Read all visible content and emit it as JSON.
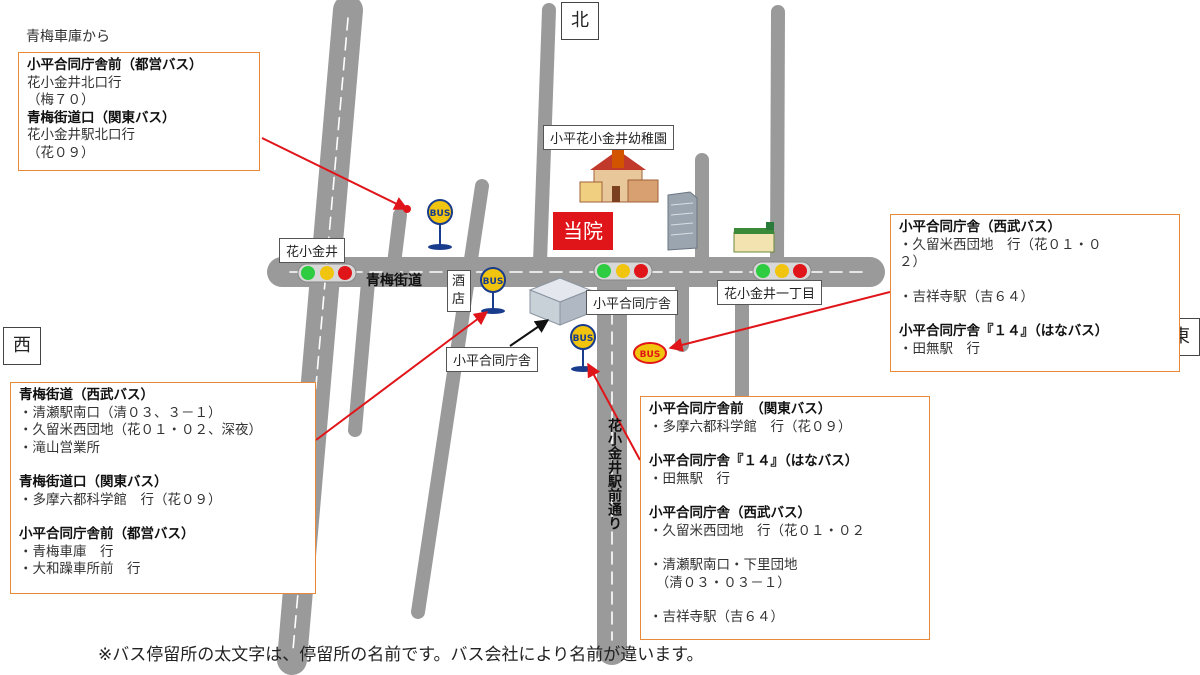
{
  "top_left_caption": "青梅車庫から",
  "direction_labels": {
    "north": "北",
    "west": "西",
    "east": "東"
  },
  "road_names": {
    "ome_kaido": "青梅街道",
    "station_street": "花小金井駅前通り"
  },
  "place_labels": {
    "kindergarten": "小平花小金井幼稚園",
    "hospital": "当院",
    "hanakoganei": "花小金井",
    "sake_shop": "酒\n店",
    "gov_building_1": "小平合同庁舎",
    "gov_building_2": "小平合同庁舎",
    "itchome": "花小金井一丁目"
  },
  "bus_sign_text": "BUS",
  "colors": {
    "callout_border": "#e8893a",
    "arrow": "#e0151a",
    "road": "#9a9a9a",
    "hospital": "#e0151a"
  },
  "callouts": {
    "top_left": [
      {
        "b": "小平合同庁舎前（都営バス）"
      },
      {
        "t": "花小金井北口行"
      },
      {
        "t": "（梅７０）"
      },
      {
        "b": "青梅街道口（関東バス）"
      },
      {
        "t": "花小金井駅北口行"
      },
      {
        "t": "（花０９）"
      }
    ],
    "right": [
      {
        "b": "小平合同庁舎（西武バス）"
      },
      {
        "t": "・久留米西団地　行（花０１・０"
      },
      {
        "t": "２）"
      },
      {
        "gap": true
      },
      {
        "t": "・吉祥寺駅（吉６４）"
      },
      {
        "gap": true
      },
      {
        "b": "小平合同庁舎『１４』（はなバス）"
      },
      {
        "t": "・田無駅　行"
      }
    ],
    "left": [
      {
        "b": "青梅街道（西武バス）"
      },
      {
        "t": "・清瀬駅南口（清０３、３－１）"
      },
      {
        "t": "・久留米西団地（花０１・０２、深夜）"
      },
      {
        "t": "・滝山営業所"
      },
      {
        "gap": true
      },
      {
        "b": "青梅街道口（関東バス）"
      },
      {
        "t": "・多摩六都科学館　行（花０９）"
      },
      {
        "gap": true
      },
      {
        "b": "小平合同庁舎前（都営バス）"
      },
      {
        "t": "・青梅車庫　行"
      },
      {
        "t": "・大和躁車所前　行"
      }
    ],
    "bottom_middle": [
      {
        "b": "小平合同庁舎前　（関東バス）"
      },
      {
        "t": "・多摩六都科学館　行（花０９）"
      },
      {
        "gap": true
      },
      {
        "b": "小平合同庁舎『１４』（はなバス）"
      },
      {
        "t": "・田無駅　行"
      },
      {
        "gap": true
      },
      {
        "b": "小平合同庁舎（西武バス）"
      },
      {
        "t": "・久留米西団地　行（花０１・０２"
      },
      {
        "gap": true
      },
      {
        "t": "・清瀬駅南口・下里団地"
      },
      {
        "t": "　（清０３・０３－１）"
      },
      {
        "gap": true
      },
      {
        "t": "・吉祥寺駅（吉６４）"
      }
    ]
  },
  "footer_note": "※バス停留所の太文字は、停留所の名前です。バス会社により名前が違います。"
}
